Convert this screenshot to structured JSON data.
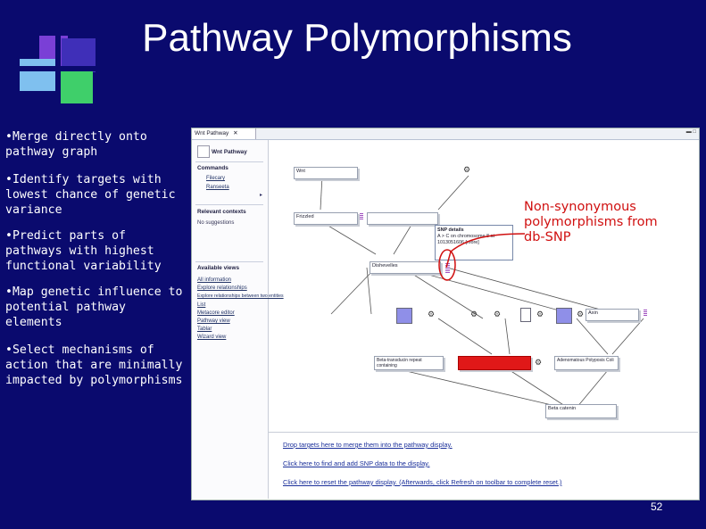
{
  "title": "Pathway Polymorphisms",
  "bullets": [
    "•Merge directly onto pathway graph",
    "•Identify targets with lowest chance of genetic variance",
    "•Predict parts of pathways with highest functional variability",
    "•Map genetic influence to potential pathway elements",
    "•Select mechanisms of action that are minimally impacted by polymorphisms"
  ],
  "callout": "Non-synonymous polymorphisms from db-SNP",
  "page_number": "52",
  "colors": {
    "background": "#0a0a6e",
    "callout": "#d01010",
    "highlight_node": "#e01818"
  },
  "window": {
    "tab_label": "Wnt Pathway",
    "tab_close": "✕",
    "sidebar": {
      "heading": "Wnt Pathway",
      "commands_heading": "Commands",
      "command_items": [
        "Filecary",
        "Ranseeta"
      ],
      "contexts_heading": "Relevant contexts",
      "no_suggestions": "No suggestions",
      "views_heading": "Available views",
      "view_items": [
        "All information",
        "Explore relationships",
        "Explore relationships between two entities",
        "List",
        "Metacore editor",
        "Pathway view",
        "Tablar",
        "Wizard view"
      ]
    },
    "nodes": {
      "wnt": "Wnt",
      "frizzled": "Frizzled",
      "dishevelled": "Dishevelles",
      "axin": "Axin",
      "beta_transducin": "Beta-transducin repeat containing",
      "apc": "Adenomatous Polyposis Coli",
      "beta_catenin": "Beta catenin"
    },
    "snp_popup": {
      "title": "SNP details",
      "line1": "A > C on chromosome 8 at",
      "line2": "1013051606 [more]"
    },
    "bottom_links": [
      "Drop targets here to merge them into the pathway display.",
      "Click here to find and add SNP data to the display.",
      "Click here to reset the pathway display. (Afterwards, click Refresh on toolbar to complete reset.)"
    ]
  }
}
